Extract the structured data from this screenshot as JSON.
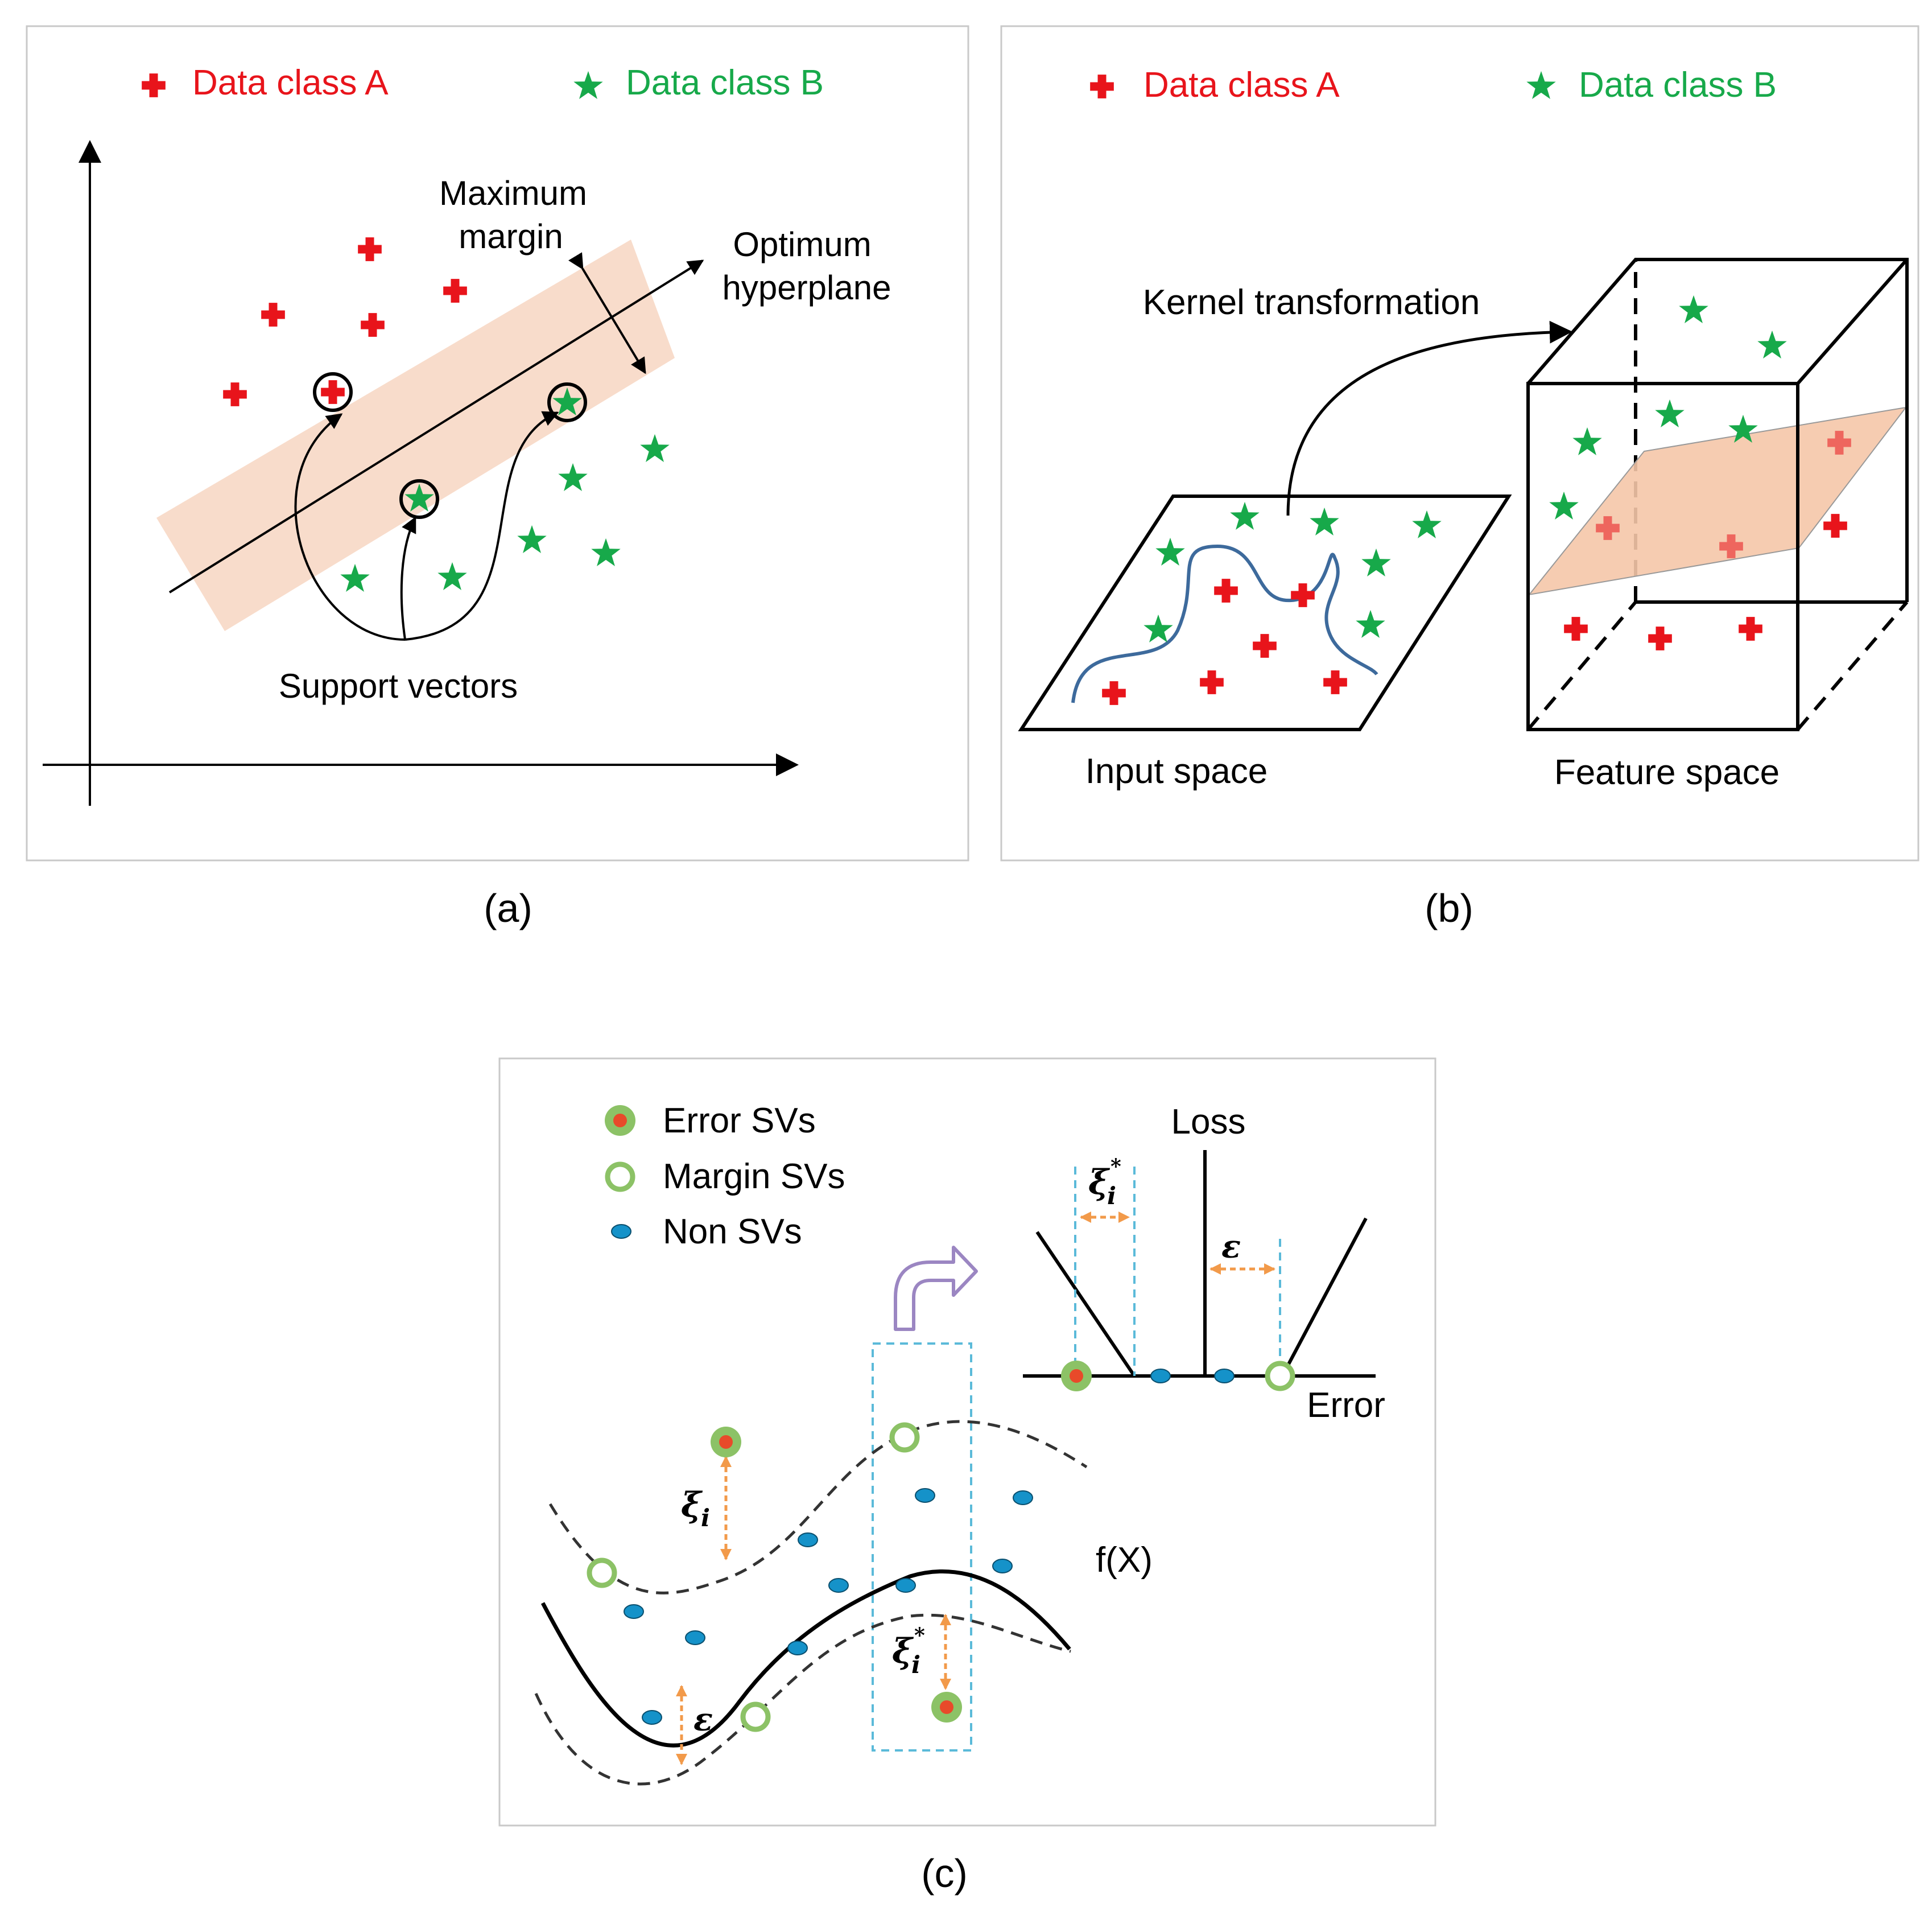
{
  "panel_a": {
    "caption": "(a)",
    "legend": {
      "class_a": "Data class A",
      "class_b": "Data class B"
    },
    "labels": {
      "maximum": "Maximum",
      "margin": "margin",
      "optimum": "Optimum",
      "hyperplane": "hyperplane",
      "support_vectors": "Support vectors"
    }
  },
  "panel_b": {
    "caption": "(b)",
    "legend": {
      "class_a": "Data class A",
      "class_b": "Data class B"
    },
    "labels": {
      "kernel": "Kernel transformation",
      "input_space": "Input space",
      "feature_space": "Feature space"
    }
  },
  "panel_c": {
    "caption": "(c)",
    "legend": {
      "error_svs": "Error SVs",
      "margin_svs": "Margin SVs",
      "non_svs": "Non SVs"
    },
    "labels": {
      "loss": "Loss",
      "error": "Error",
      "fx": "f(X)",
      "xi": "ξ",
      "sub_i": "i",
      "star": "*",
      "epsilon": "ε"
    }
  },
  "colors": {
    "class_a": "#e8141b",
    "class_b": "#17a94a",
    "margin_band": "#f8dccb",
    "plane_fill": "#f5c7a9",
    "curve_blue": "#3d6a9c",
    "error_sv_ring": "#8cc266",
    "error_sv_core": "#e84a2a",
    "margin_sv_ring": "#8cc266",
    "non_sv": "#1592c9",
    "dashed_blue": "#5bbad9",
    "orange_arrow": "#f29a4a",
    "purple_arrow": "#9b86c2"
  }
}
